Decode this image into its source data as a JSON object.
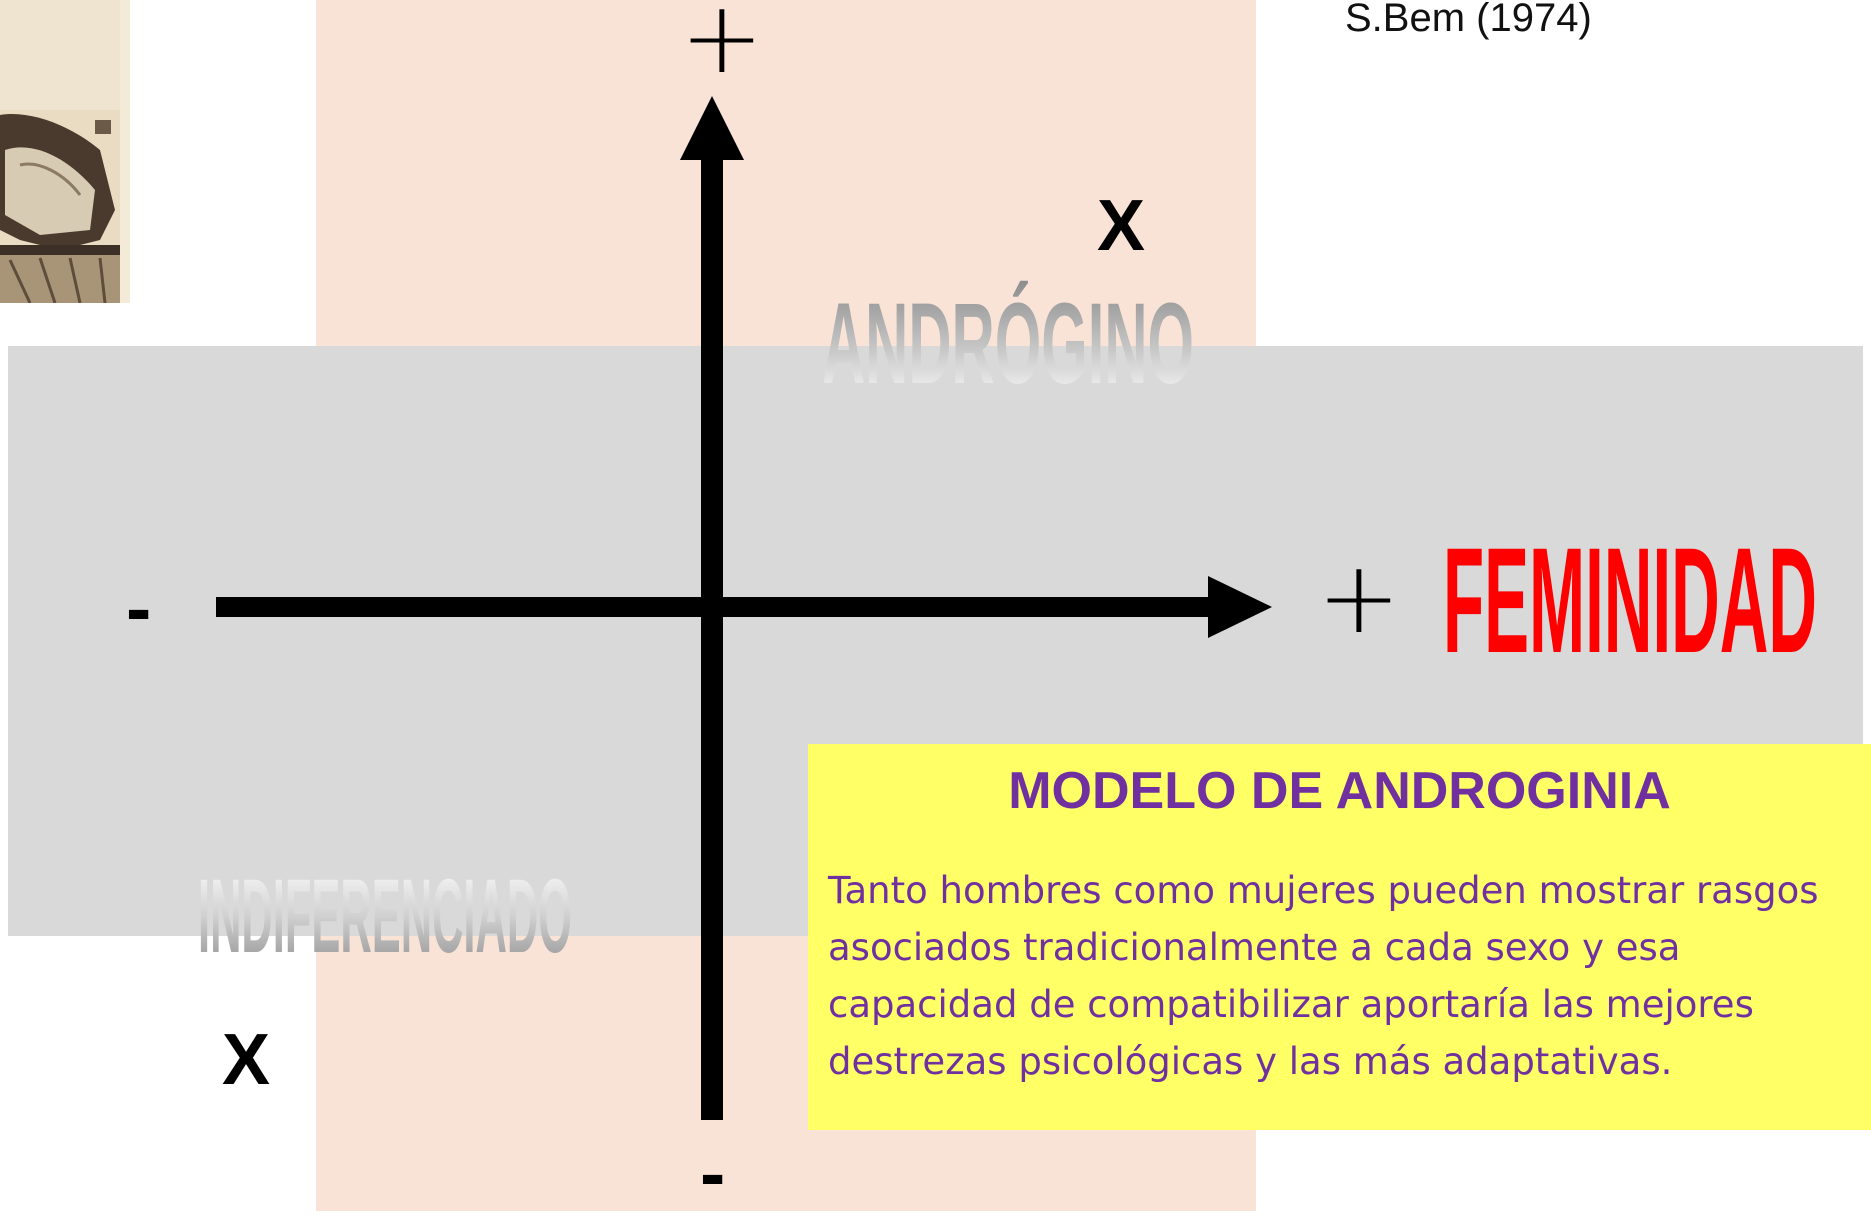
{
  "citation": "S.Bem (1974)",
  "axes": {
    "vertical_top_sign": "+",
    "vertical_bottom_sign": "-",
    "horizontal_left_sign": "-",
    "horizontal_right_sign": "+",
    "horizontal_label": "FEMINIDAD",
    "horizontal_label_color": "#ff0000"
  },
  "quadrants": {
    "upper_right_label": "ANDRÓGINO",
    "upper_right_mark": "X",
    "lower_left_label": "INDIFERENCIADO",
    "lower_left_mark": "X"
  },
  "info_box": {
    "title": "MODELO DE ANDROGINIA",
    "body": "Tanto hombres como mujeres pueden mostrar rasgos asociados tradicionalmente a cada sexo y esa capacidad de compatibilizar aportaría las mejores destrezas psicológicas y las más adaptativas.",
    "background_color": "#ffff66",
    "text_color": "#7030a0"
  },
  "colors": {
    "vertical_band": "#f9e3d7",
    "horizontal_band": "#d9d9d9"
  },
  "image": {
    "icon": "photo-thumbnail"
  }
}
